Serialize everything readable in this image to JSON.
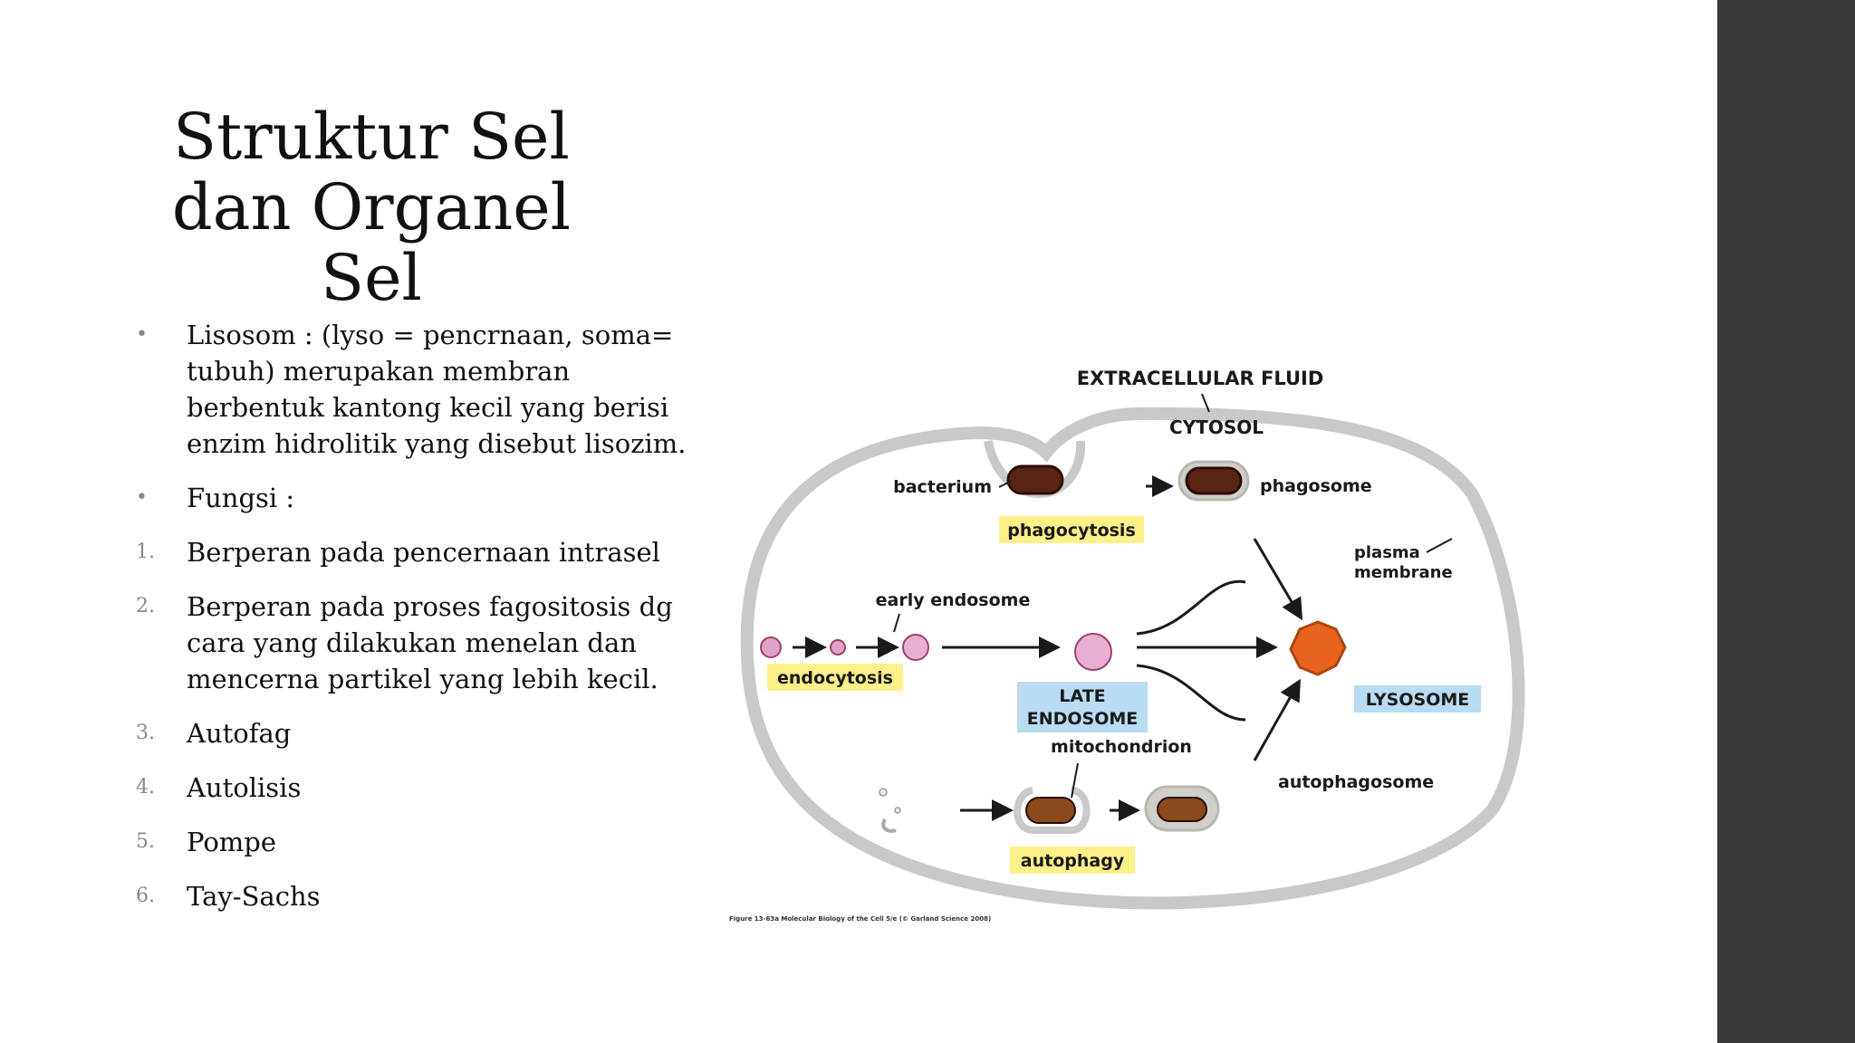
{
  "title": {
    "lines": [
      "Struktur Sel",
      "dan Organel",
      "Sel"
    ]
  },
  "body": {
    "items": [
      {
        "marker": "•",
        "text": "Lisosom :  (lyso = pencrnaan, soma= tubuh) merupakan membran berbentuk kantong kecil yang berisi enzim hidrolitik yang disebut lisozim."
      },
      {
        "marker": "•",
        "text": "Fungsi :"
      },
      {
        "marker": "1.",
        "text": "Berperan pada pencernaan intrasel"
      },
      {
        "marker": "2.",
        "text": "Berperan pada proses fagositosis dg cara yang dilakukan menelan dan mencerna partikel yang lebih kecil."
      },
      {
        "marker": "3.",
        "text": "Autofag"
      },
      {
        "marker": "4.",
        "text": "Autolisis"
      },
      {
        "marker": "5.",
        "text": "Pompe"
      },
      {
        "marker": "6.",
        "text": "Tay-Sachs"
      }
    ]
  },
  "diagram": {
    "labels": {
      "extracellular_fluid": "EXTRACELLULAR FLUID",
      "cytosol": "CYTOSOL",
      "bacterium": "bacterium",
      "phagosome": "phagosome",
      "phagocytosis": "phagocytosis",
      "plasma_membrane_1": "plasma",
      "plasma_membrane_2": "membrane",
      "early_endosome": "early endosome",
      "endocytosis": "endocytosis",
      "late_endosome_1": "LATE",
      "late_endosome_2": "ENDOSOME",
      "lysosome": "LYSOSOME",
      "mitochondrion": "mitochondrion",
      "autophagosome": "autophagosome",
      "autophagy": "autophagy"
    },
    "caption": "Figure 13-63a  Molecular Biology of the Cell 5/e (© Garland Science 2008)"
  },
  "colors": {
    "sidebar": "#3a3a3a",
    "highlight_yellow": "#fff08a",
    "highlight_blue": "#b8dcf2",
    "membrane_gray": "#c9c9c9",
    "lysosome_orange": "#e8641e",
    "organelle_brown": "#5a2412"
  }
}
